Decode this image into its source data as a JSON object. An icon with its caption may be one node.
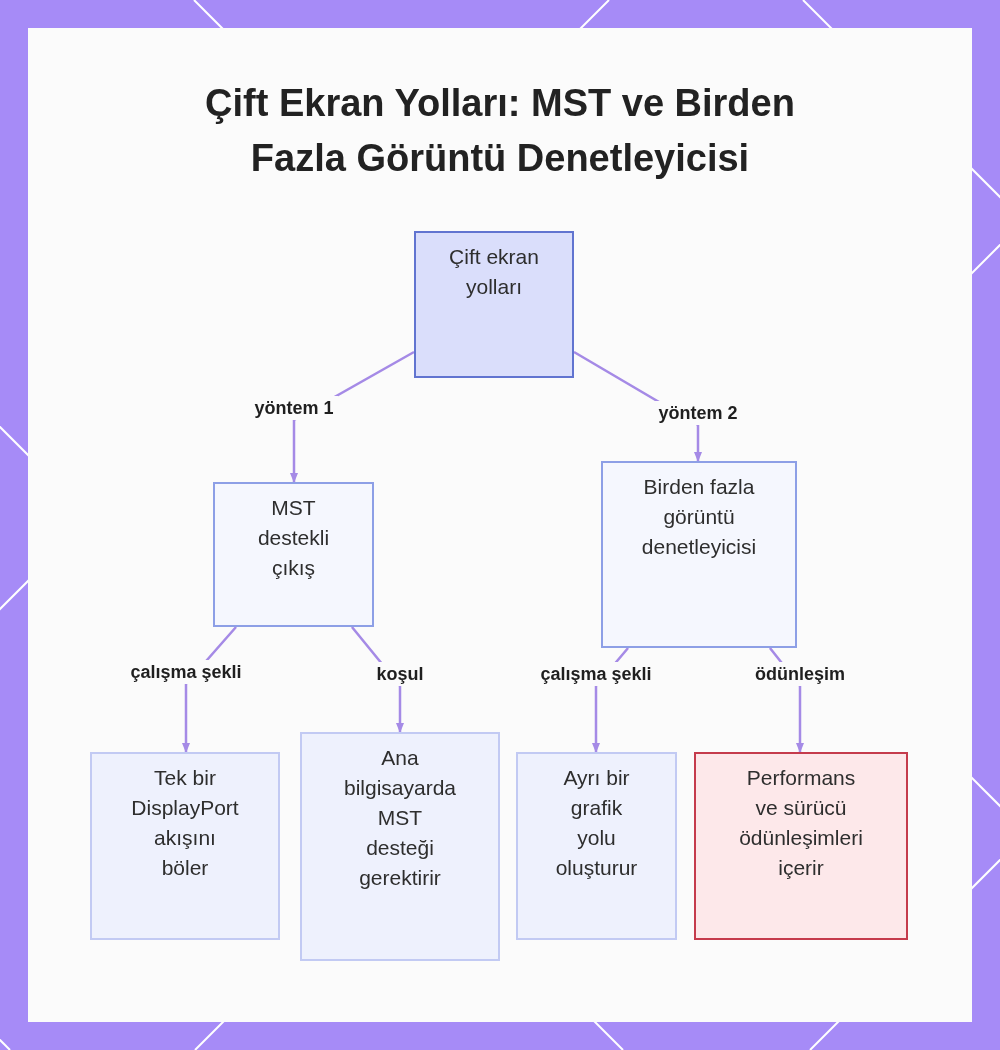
{
  "diagram": {
    "title": "Çift Ekran Yolları: MST ve Birden Fazla Görüntü Denetleyicisi",
    "nodes": [
      {
        "text": [
          "Çift ekran yolları"
        ]
      },
      {
        "text": [
          "MST destekli çıkış"
        ]
      },
      {
        "text": [
          "Birden fazla görüntü denetleyicisi"
        ]
      },
      {
        "text": [
          "Tek bir DisplayPort akışını böler"
        ]
      },
      {
        "text": [
          "Ana bilgisayarda MST desteği gerektirir"
        ]
      },
      {
        "text": [
          "Ayrı bir grafik yolu oluşturur"
        ]
      },
      {
        "text": [
          "Performans ve sürücü ödünleşimleri içerir"
        ]
      }
    ],
    "edges": [
      {
        "from": 0,
        "to": 1,
        "arrow": "to",
        "label": "yöntem 1"
      },
      {
        "from": 0,
        "to": 2,
        "arrow": "to",
        "label": "yöntem 2"
      },
      {
        "from": 1,
        "to": 3,
        "arrow": "to",
        "label": "çalışma şekli"
      },
      {
        "from": 1,
        "to": 4,
        "arrow": "to",
        "label": "koşul"
      },
      {
        "from": 2,
        "to": 5,
        "arrow": "to",
        "label": "çalışma şekli"
      },
      {
        "from": 2,
        "to": 6,
        "arrow": "to",
        "label": "ödünleşim"
      }
    ]
  }
}
